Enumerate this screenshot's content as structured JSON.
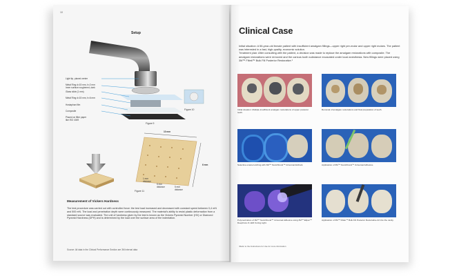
{
  "left_page": {
    "page_number": "10",
    "setup_title": "Setup",
    "labels": [
      "Light tip, placed center",
      "Metal Ring d=15 mm, h=2 mm",
      "Inner surface roughened, dark",
      "Glass slide (1 mm)",
      "Metal Ring d=15 mm, h=6 mm",
      "Hostaphan film",
      "Composite",
      "Placed on filter paper",
      "like ISO 4049"
    ],
    "figures": {
      "fig9": "Figure 9",
      "fig10": "Figure 10",
      "fig11": "Figure 11"
    },
    "dims": {
      "width": "10 mm",
      "height": "6 mm",
      "d1": "1 mm",
      "d2": "5 mm",
      "d3": "5 mm",
      "d1b": "distance",
      "d2b": "distance",
      "d3b": "distance"
    },
    "vickers_heading": "Measurement of Vickers Hardness",
    "vickers_text": "The test procedure was carried out with controlled force: the test load increased and decreased with constant speed between 0,4 mN and 500 mN. The load and penetration depth were continuously measured. The material's ability to resist plastic deformation from a standard source was evaluated. The unit of hardness given by the test is known as the Vickers Pyramid Number (HV) or Diamond Pyramid Hardness (DPH) and is determined by the load over the surface area of the indentation.",
    "source": "Source: All data in the Clinical Performance Section are 3M internal data"
  },
  "right_page": {
    "title": "Clinical Case",
    "intro_1": "Initial situation: A 56-year-old female patient with insufficient amalgam fillings—upper right pre-molar and upper right molars. The patient was interested in a fast, high-quality, economic solution.",
    "intro_2": "Treatment plan: After consulting with the patient, a decision was made to replace the amalgam restorations with composite. The amalgam restorations were removed and the carious tooth substance excavated under local anesthesia. New fillings were placed using 3M™ Filtek™ Bulk Fill Posterior Restorative.¹",
    "captions": [
      "Initial situation: Multiple insufficient amalgam restorations of upper posterior teeth.",
      "Removal of amalgam restorations and final preparation of teeth.",
      "Selective enamel etching with 3M™ Scotchbond™ Universal Etchant.",
      "Application of 3M™ Scotchbond™ Universal Adhesive.",
      "Polymerization of 3M™ Scotchbond™ Universal Adhesive using 3M™ Elipar™ DeepCure-S LED Curing Light.",
      "Application of 3M™ Filtek™ Bulk Fill Posterior Restorative A2 into the cavity."
    ],
    "footnote": "¹Refer to the Instructions for Use for more information"
  },
  "colors": {
    "blue_label": "#2e7fc1",
    "dam_blue": "#2a62b8",
    "gum_pink": "#c46b72",
    "sample_tan": "#e7cf9a"
  }
}
